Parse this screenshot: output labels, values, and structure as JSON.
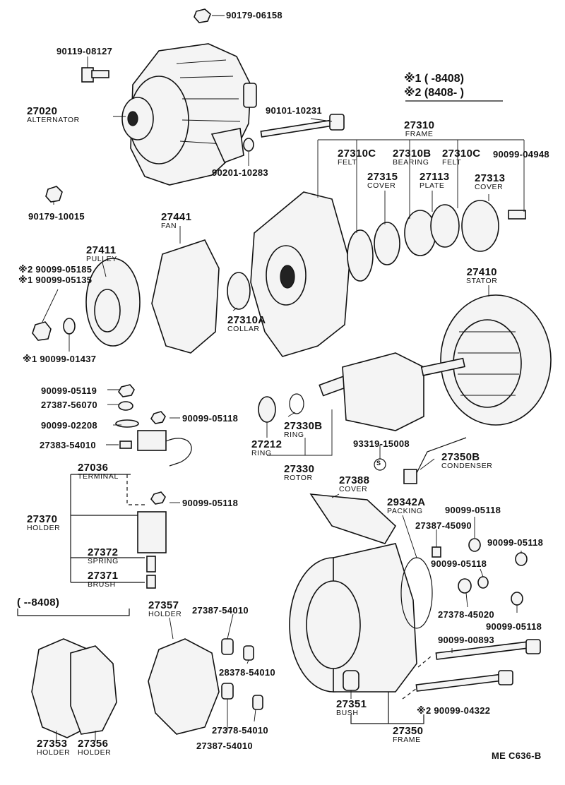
{
  "legend": {
    "note1": "※1 (      -8408)",
    "note2": "※2 (8408-        )"
  },
  "footer": {
    "code": "ME  C636-B"
  },
  "parts": [
    {
      "id": "p01",
      "number": "90179-06158",
      "name": ""
    },
    {
      "id": "p02",
      "number": "90119-08127",
      "name": ""
    },
    {
      "id": "p03",
      "number": "27020",
      "name": "ALTERNATOR"
    },
    {
      "id": "p04",
      "number": "90101-10231",
      "name": ""
    },
    {
      "id": "p05",
      "number": "90201-10283",
      "name": ""
    },
    {
      "id": "p06",
      "number": "27310",
      "name": "FRAME"
    },
    {
      "id": "p07",
      "number": "27310C",
      "name": "FELT"
    },
    {
      "id": "p08",
      "number": "27310B",
      "name": "BEARING"
    },
    {
      "id": "p09",
      "number": "27310C",
      "name": "FELT"
    },
    {
      "id": "p10",
      "number": "90099-04948",
      "name": ""
    },
    {
      "id": "p11",
      "number": "27315",
      "name": "COVER"
    },
    {
      "id": "p12",
      "number": "27113",
      "name": "PLATE"
    },
    {
      "id": "p13",
      "number": "27313",
      "name": "COVER"
    },
    {
      "id": "p14",
      "number": "90179-10015",
      "name": ""
    },
    {
      "id": "p15",
      "number": "27441",
      "name": "FAN"
    },
    {
      "id": "p16",
      "number": "27411",
      "name": "PULLEY"
    },
    {
      "id": "p17",
      "number": "※2 90099-05185",
      "name": ""
    },
    {
      "id": "p18",
      "number": "※1 90099-05135",
      "name": ""
    },
    {
      "id": "p19",
      "number": "27410",
      "name": "STATOR"
    },
    {
      "id": "p20",
      "number": "27310A",
      "name": "COLLAR"
    },
    {
      "id": "p21",
      "number": "※1 90099-01437",
      "name": ""
    },
    {
      "id": "p22",
      "number": "90099-05119",
      "name": ""
    },
    {
      "id": "p23",
      "number": "27387-56070",
      "name": ""
    },
    {
      "id": "p24",
      "number": "90099-05118",
      "name": ""
    },
    {
      "id": "p25",
      "number": "90099-02208",
      "name": ""
    },
    {
      "id": "p26",
      "number": "27330B",
      "name": "RING"
    },
    {
      "id": "p27",
      "number": "27383-54010",
      "name": ""
    },
    {
      "id": "p28",
      "number": "27212",
      "name": "RING"
    },
    {
      "id": "p29",
      "number": "93319-15008",
      "name": ""
    },
    {
      "id": "p30",
      "number": "27350B",
      "name": "CONDENSER"
    },
    {
      "id": "p31",
      "number": "27036",
      "name": "TERMINAL"
    },
    {
      "id": "p32",
      "number": "27330",
      "name": "ROTOR"
    },
    {
      "id": "p33",
      "number": "27388",
      "name": "COVER"
    },
    {
      "id": "p34",
      "number": "90099-05118",
      "name": ""
    },
    {
      "id": "p35",
      "number": "29342A",
      "name": "PACKING"
    },
    {
      "id": "p36",
      "number": "27370",
      "name": "HOLDER"
    },
    {
      "id": "p37",
      "number": "90099-05118",
      "name": ""
    },
    {
      "id": "p38",
      "number": "27387-45090",
      "name": ""
    },
    {
      "id": "p39",
      "number": "90099-05118",
      "name": ""
    },
    {
      "id": "p40",
      "number": "27372",
      "name": "SPRING"
    },
    {
      "id": "p41",
      "number": "90099-05118",
      "name": ""
    },
    {
      "id": "p42",
      "number": "27371",
      "name": "BRUSH"
    },
    {
      "id": "p43",
      "number": "27378-45020",
      "name": ""
    },
    {
      "id": "p44",
      "number": "90099-05118",
      "name": ""
    },
    {
      "id": "p45",
      "number": "(      --8408)",
      "name": ""
    },
    {
      "id": "p46",
      "number": "27357",
      "name": "HOLDER"
    },
    {
      "id": "p47",
      "number": "27387-54010",
      "name": ""
    },
    {
      "id": "p48",
      "number": "90099-00893",
      "name": ""
    },
    {
      "id": "p49",
      "number": "28378-54010",
      "name": ""
    },
    {
      "id": "p50",
      "number": "27351",
      "name": "BUSH"
    },
    {
      "id": "p51",
      "number": "※2 90099-04322",
      "name": ""
    },
    {
      "id": "p52",
      "number": "27378-54010",
      "name": ""
    },
    {
      "id": "p53",
      "number": "27353",
      "name": "HOLDER"
    },
    {
      "id": "p54",
      "number": "27356",
      "name": "HOLDER"
    },
    {
      "id": "p55",
      "number": "27387-54010",
      "name": ""
    },
    {
      "id": "p56",
      "number": "27350",
      "name": "FRAME"
    },
    {
      "id": "p57",
      "number": "S",
      "name": ""
    }
  ]
}
